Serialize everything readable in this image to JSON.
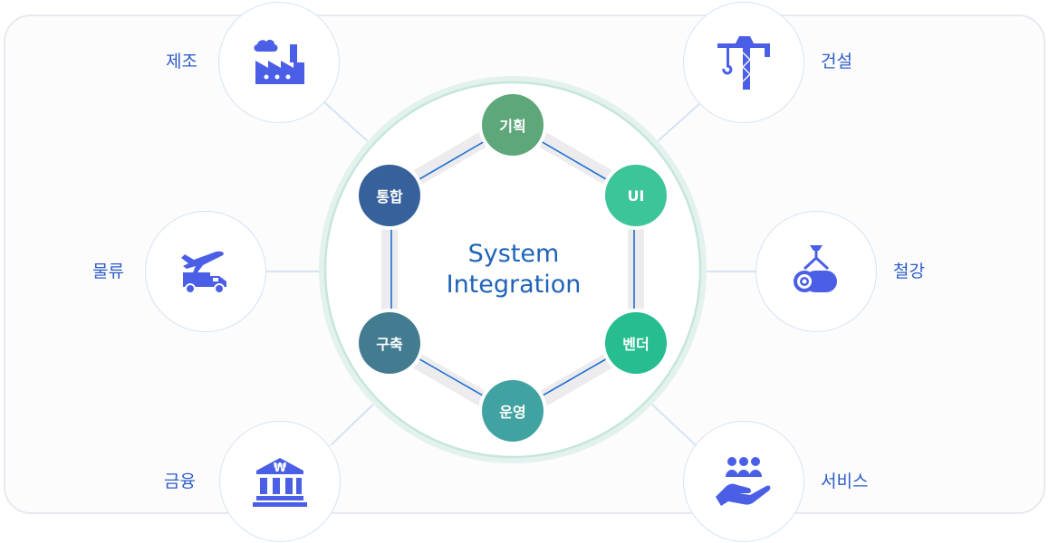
{
  "center": {
    "line1": "System",
    "line2": "Integration"
  },
  "stages": [
    {
      "label": "기획",
      "color": "#5ea77a"
    },
    {
      "label": "UI",
      "color": "#3cc49a"
    },
    {
      "label": "벤더",
      "color": "#26bd90"
    },
    {
      "label": "운영",
      "color": "#41a3a1"
    },
    {
      "label": "구축",
      "color": "#437c90"
    },
    {
      "label": "통합",
      "color": "#36619b"
    }
  ],
  "industries": {
    "manufacturing": {
      "label": "제조",
      "icon": "factory-icon"
    },
    "logistics": {
      "label": "물류",
      "icon": "logistics-icon"
    },
    "finance": {
      "label": "금융",
      "icon": "bank-icon"
    },
    "construction": {
      "label": "건설",
      "icon": "crane-icon"
    },
    "steel": {
      "label": "철강",
      "icon": "steel-coil-icon"
    },
    "service": {
      "label": "서비스",
      "icon": "service-hand-icon"
    }
  },
  "colors": {
    "icon": "#4a5fe6",
    "label": "#2c5cc7",
    "center_text": "#1f63b8",
    "hex_line": "#1f6fd1"
  }
}
